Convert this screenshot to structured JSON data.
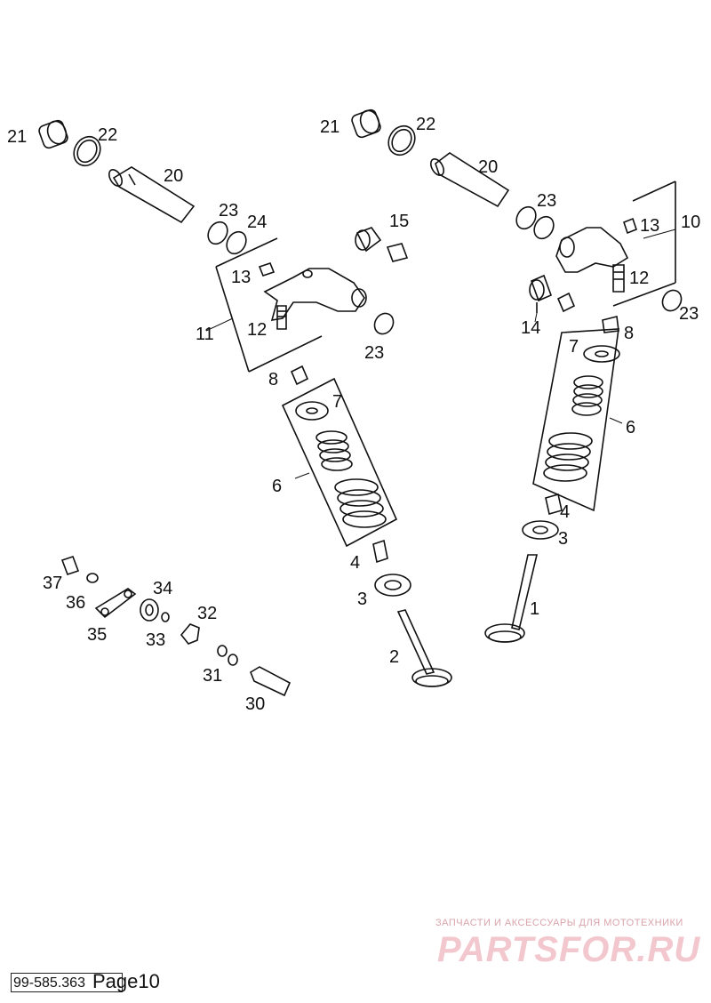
{
  "labels": {
    "l_21": "21",
    "l_22": "22",
    "l_20": "20",
    "l_23": "23",
    "l_24": "24",
    "l_15": "15",
    "l_13": "13",
    "l_11": "11",
    "l_12": "12",
    "l_8": "8",
    "l_7": "7",
    "l_6": "6",
    "l_4": "4",
    "l_3": "3",
    "l_2": "2",
    "l_1": "1",
    "l_14": "14",
    "l_10": "10",
    "l_37": "37",
    "l_36": "36",
    "l_35": "35",
    "l_34": "34",
    "l_33": "33",
    "l_32": "32",
    "l_31": "31",
    "l_30": "30"
  },
  "watermark": {
    "line1": "ЗАПЧАСТИ И АКСЕССУАРЫ ДЛЯ МОТОТЕХНИКИ",
    "brand": "PARTSFOR.RU"
  },
  "footer": {
    "code": "99-585.363",
    "page": "Page10"
  }
}
